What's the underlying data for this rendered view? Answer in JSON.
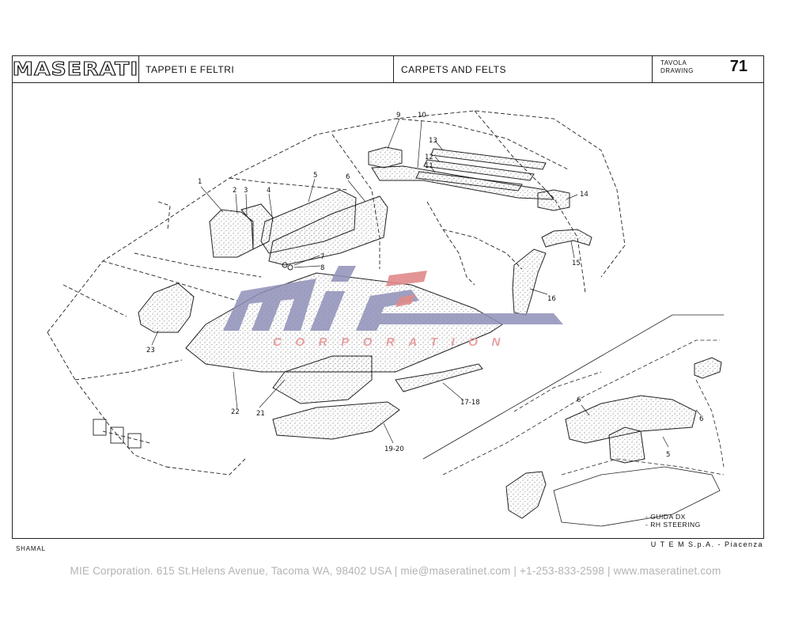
{
  "header": {
    "brand": "MASERATI",
    "title_it": "TAPPETI E FELTRI",
    "title_en": "CARPETS AND FELTS",
    "tavola_it": "TAVOLA",
    "tavola_en": "DRAWING",
    "plate_number": "71"
  },
  "watermark": {
    "logo": "MIE",
    "subtitle": "CORPORATION"
  },
  "callouts": [
    "1",
    "2",
    "3",
    "4",
    "5",
    "6",
    "7",
    "8",
    "9",
    "10",
    "11",
    "12",
    "13",
    "14",
    "15",
    "16",
    "17-18",
    "19-20",
    "21",
    "22",
    "23"
  ],
  "inset": {
    "callouts": [
      "6",
      "5",
      "6"
    ],
    "legend_it": "- GUIDA DX",
    "legend_en": "- RH STEERING"
  },
  "model": "SHAMAL",
  "manufacturer": "U T E M  S.p.A.  - Piacenza",
  "footer": "MIE Corporation. 615 St.Helens Avenue, Tacoma WA, 98402 USA  |  mie@maseratinet.com  |   +1-253-833-2598   |  www.maseratinet.com",
  "colors": {
    "line": "#222222",
    "watermark_blue": "#8f8fb8",
    "watermark_red": "#e08a8a",
    "footer_text": "#b3b3b3"
  }
}
